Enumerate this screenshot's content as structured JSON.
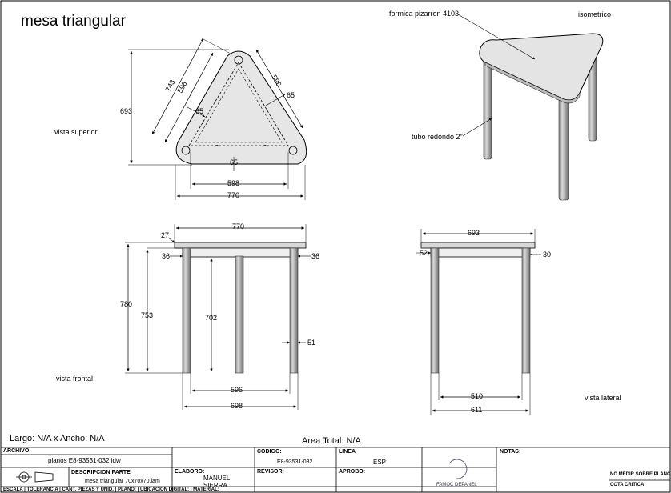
{
  "title": "mesa triangular",
  "views": {
    "top": "vista superior",
    "front": "vista frontal",
    "side": "vista lateral",
    "iso": "isometrico"
  },
  "callouts": {
    "top_material": "formica pizarron 4103",
    "legs": "tubo redondo 2\""
  },
  "dims_top": {
    "height": "693",
    "side_outer": "743",
    "side_inner_left": "596",
    "side_inner_right": "596",
    "offset_right": "65",
    "offset_left": "65",
    "offset_bottom": "65",
    "width_inner": "598",
    "width_outer": "770"
  },
  "dims_front": {
    "width": "770",
    "top_thick": "27",
    "apron_left": "36",
    "apron_right": "36",
    "total_height": "780",
    "leg_height": "753",
    "inner_height": "702",
    "leg_dia": "51",
    "inner_width": "596",
    "outer_width": "698"
  },
  "dims_side": {
    "width": "693",
    "apron_left": "52",
    "apron_right": "30",
    "inner_width": "510",
    "outer_width": "611"
  },
  "info": {
    "size": "Largo: N/A x Ancho: N/A",
    "area": "Area Total: N/A"
  },
  "titleblock": {
    "archivo_label": "ARCHIVO:",
    "archivo_value": "planos E8-93531-032.idw",
    "codigo_label": "CODIGO:",
    "codigo_value": "E8-93531-032",
    "linea_label": "LINEA",
    "linea_value": "ESP",
    "notas_label": "NOTAS:",
    "descripcion_label": "DESCRIPCION PARTE",
    "descripcion_value": "mesa triangular 70x70x70.iam",
    "elaboro_label": "ELABORO:",
    "elaboro_value": "MANUEL SIERRA",
    "revisor_label": "REVISOR:",
    "aprobo_label": "APROBO:",
    "brand": "FAMOC DEPANEL",
    "note1": "NO MEDIR SOBRE PLANO",
    "note2": "COTA CRITICA",
    "bottom_row": "ESCALA | TOLERANCIA | CANT. PIEZAS Y UNID. | PLANO: | UBICACION DIGITAL: | MATERIAL:"
  }
}
